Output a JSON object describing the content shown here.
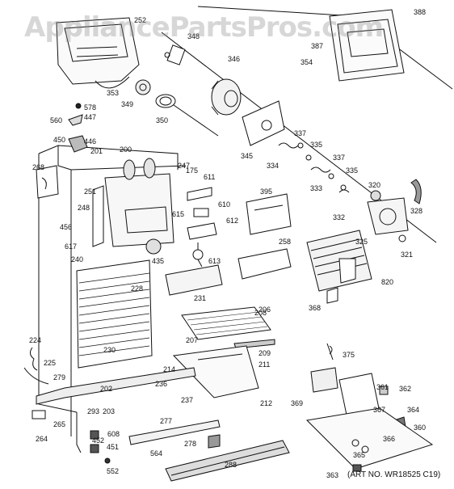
{
  "watermark": "AppliancePartsPros.com",
  "art_number": "(ART NO. WR18525 C19)",
  "callouts": [
    {
      "id": "c252",
      "label": "252"
    },
    {
      "id": "c348",
      "label": "348"
    },
    {
      "id": "c388",
      "label": "388"
    },
    {
      "id": "c387",
      "label": "387"
    },
    {
      "id": "c354",
      "label": "354"
    },
    {
      "id": "c346",
      "label": "346"
    },
    {
      "id": "c353",
      "label": "353"
    },
    {
      "id": "c349",
      "label": "349"
    },
    {
      "id": "c350",
      "label": "350"
    },
    {
      "id": "c578",
      "label": "578"
    },
    {
      "id": "c560",
      "label": "560"
    },
    {
      "id": "c447",
      "label": "447"
    },
    {
      "id": "c450",
      "label": "450"
    },
    {
      "id": "c446",
      "label": "446"
    },
    {
      "id": "c201",
      "label": "201"
    },
    {
      "id": "c200",
      "label": "200"
    },
    {
      "id": "c268",
      "label": "268"
    },
    {
      "id": "c251",
      "label": "251"
    },
    {
      "id": "c247",
      "label": "247"
    },
    {
      "id": "c175",
      "label": "175"
    },
    {
      "id": "c611",
      "label": "611"
    },
    {
      "id": "c345",
      "label": "345"
    },
    {
      "id": "c337a",
      "label": "337"
    },
    {
      "id": "c335a",
      "label": "335"
    },
    {
      "id": "c334",
      "label": "334"
    },
    {
      "id": "c337b",
      "label": "337"
    },
    {
      "id": "c335b",
      "label": "335"
    },
    {
      "id": "c333",
      "label": "333"
    },
    {
      "id": "c320",
      "label": "320"
    },
    {
      "id": "c395",
      "label": "395"
    },
    {
      "id": "c332",
      "label": "332"
    },
    {
      "id": "c328",
      "label": "328"
    },
    {
      "id": "c248",
      "label": "248"
    },
    {
      "id": "c456",
      "label": "456"
    },
    {
      "id": "c610",
      "label": "610"
    },
    {
      "id": "c615",
      "label": "615"
    },
    {
      "id": "c612",
      "label": "612"
    },
    {
      "id": "c258",
      "label": "258"
    },
    {
      "id": "c325",
      "label": "325"
    },
    {
      "id": "c321",
      "label": "321"
    },
    {
      "id": "c617",
      "label": "617"
    },
    {
      "id": "c240",
      "label": "240"
    },
    {
      "id": "c435",
      "label": "435"
    },
    {
      "id": "c613",
      "label": "613"
    },
    {
      "id": "c820",
      "label": "820"
    },
    {
      "id": "c228",
      "label": "228"
    },
    {
      "id": "c231",
      "label": "231"
    },
    {
      "id": "c368",
      "label": "368"
    },
    {
      "id": "c206",
      "label": "206"
    },
    {
      "id": "c208",
      "label": "208"
    },
    {
      "id": "c224",
      "label": "224"
    },
    {
      "id": "c207",
      "label": "207"
    },
    {
      "id": "c209",
      "label": "209"
    },
    {
      "id": "c230",
      "label": "230"
    },
    {
      "id": "c375",
      "label": "375"
    },
    {
      "id": "c225",
      "label": "225"
    },
    {
      "id": "c211",
      "label": "211"
    },
    {
      "id": "c214",
      "label": "214"
    },
    {
      "id": "c236",
      "label": "236"
    },
    {
      "id": "c279",
      "label": "279"
    },
    {
      "id": "c202",
      "label": "202"
    },
    {
      "id": "c361",
      "label": "361"
    },
    {
      "id": "c362",
      "label": "362"
    },
    {
      "id": "c237",
      "label": "237"
    },
    {
      "id": "c369",
      "label": "369"
    },
    {
      "id": "c212",
      "label": "212"
    },
    {
      "id": "c367",
      "label": "367"
    },
    {
      "id": "c364",
      "label": "364"
    },
    {
      "id": "c265",
      "label": "265"
    },
    {
      "id": "c293",
      "label": "293"
    },
    {
      "id": "c203",
      "label": "203"
    },
    {
      "id": "c277",
      "label": "277"
    },
    {
      "id": "c360",
      "label": "360"
    },
    {
      "id": "c264",
      "label": "264"
    },
    {
      "id": "c608",
      "label": "608"
    },
    {
      "id": "c452",
      "label": "452"
    },
    {
      "id": "c451",
      "label": "451"
    },
    {
      "id": "c278",
      "label": "278"
    },
    {
      "id": "c366",
      "label": "366"
    },
    {
      "id": "c564",
      "label": "564"
    },
    {
      "id": "c365",
      "label": "365"
    },
    {
      "id": "c552",
      "label": "552"
    },
    {
      "id": "c288",
      "label": "288"
    },
    {
      "id": "c363",
      "label": "363"
    }
  ]
}
